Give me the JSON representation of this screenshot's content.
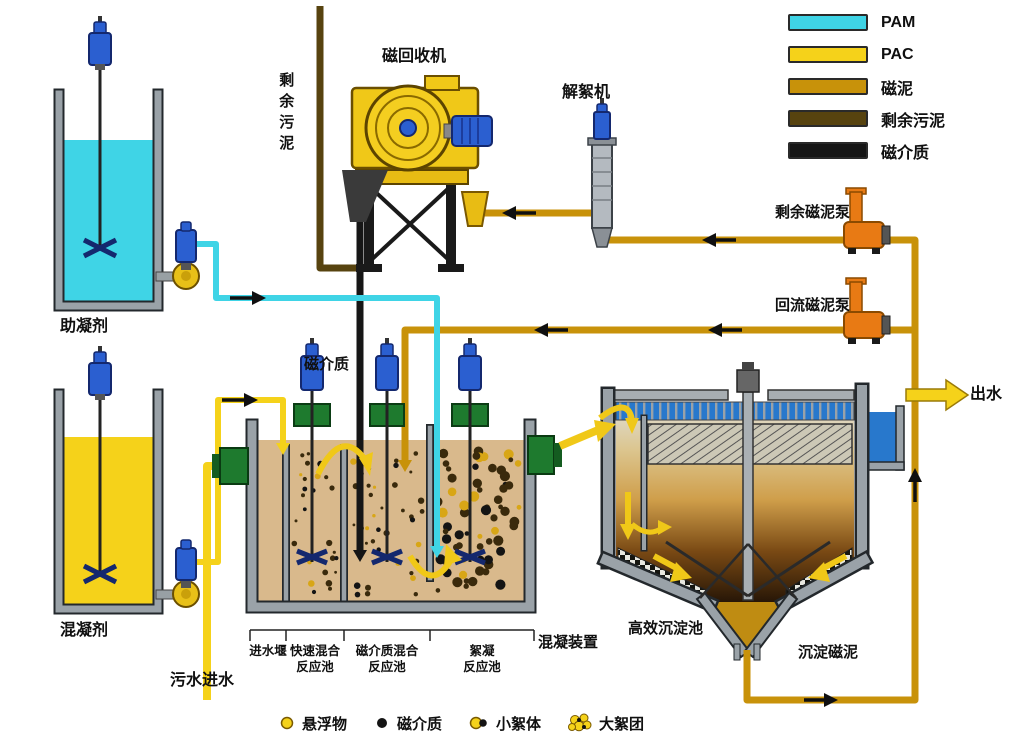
{
  "legend": {
    "items": [
      {
        "label": "PAM",
        "color": "#3fd4e6"
      },
      {
        "label": "PAC",
        "color": "#f5d21a"
      },
      {
        "label": "磁泥",
        "color": "#c8920a"
      },
      {
        "label": "剩余污泥",
        "color": "#57430f"
      },
      {
        "label": "磁介质",
        "color": "#161616"
      }
    ]
  },
  "tanks": {
    "coagulant_aid": "助凝剂",
    "coagulant": "混凝剂"
  },
  "machines": {
    "magnetic_recovery": "磁回收机",
    "deflocculator": "解絮机",
    "excess_sludge_pump": "剩余磁泥泵",
    "return_sludge_pump": "回流磁泥泵"
  },
  "pipes": {
    "excess_sludge": "剩余污泥",
    "magnetic_media": "磁介质"
  },
  "flows": {
    "effluent": "出水",
    "sewage_inlet": "污水进水",
    "settled_sludge": "沉淀磁泥"
  },
  "process": {
    "mixing_device": "混凝装置",
    "clarifier": "高效沉淀池",
    "basins": [
      {
        "line1": "进水堰",
        "line2": ""
      },
      {
        "line1": "快速混合",
        "line2": "反应池"
      },
      {
        "line1": "磁介质混合",
        "line2": "反应池"
      },
      {
        "line1": "絮凝",
        "line2": "反应池"
      }
    ]
  },
  "particle_legend": {
    "items": [
      {
        "label": "悬浮物"
      },
      {
        "label": "磁介质"
      },
      {
        "label": "小絮体"
      },
      {
        "label": "大絮团"
      }
    ]
  }
}
